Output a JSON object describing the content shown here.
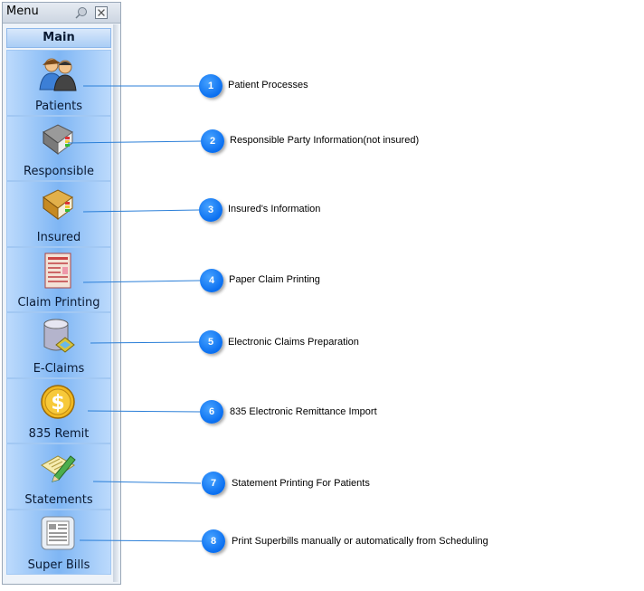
{
  "window": {
    "title": "Menu"
  },
  "section": {
    "title": "Main"
  },
  "menu_items": [
    {
      "label": "Patients",
      "icon": "patients-icon"
    },
    {
      "label": "Responsible",
      "icon": "address-book-icon"
    },
    {
      "label": "Insured",
      "icon": "insured-book-icon"
    },
    {
      "label": "Claim Printing",
      "icon": "claim-form-icon"
    },
    {
      "label": "E-Claims",
      "icon": "database-icon"
    },
    {
      "label": "835 Remit",
      "icon": "dollar-coin-icon"
    },
    {
      "label": "Statements",
      "icon": "statement-pencil-icon"
    },
    {
      "label": "Super Bills",
      "icon": "superbill-icon"
    }
  ],
  "callouts": [
    {
      "number": "1",
      "text": "Patient Processes"
    },
    {
      "number": "2",
      "text": "Responsible Party Information(not insured)"
    },
    {
      "number": "3",
      "text": "Insured's Information"
    },
    {
      "number": "4",
      "text": "Paper Claim Printing"
    },
    {
      "number": "5",
      "text": "Electronic Claims Preparation"
    },
    {
      "number": "6",
      "text": "835 Electronic Remittance Import"
    },
    {
      "number": "7",
      "text": "Statement Printing For Patients"
    },
    {
      "number": "8",
      "text": "Print Superbills manually or automatically from Scheduling"
    }
  ],
  "colors": {
    "badge": "#0a6ff0",
    "connector": "#2b7fd8",
    "button": "#7fb6f4"
  }
}
